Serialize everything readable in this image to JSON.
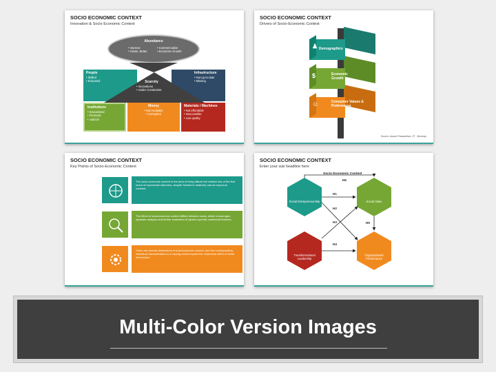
{
  "slides": [
    {
      "title": "SOCIO ECONOMIC CONTEXT",
      "subtitle": "Innovation & Socio Economic Context",
      "abundance": {
        "title": "Abundance",
        "left": [
          "• Improve",
          "• Faster, Better"
        ],
        "right": [
          "• Commercialize",
          "• Economic Growth"
        ]
      },
      "people": {
        "title": "People",
        "items": [
          "• Skilled",
          "• Educated"
        ]
      },
      "infrastructure": {
        "title": "Infrastructure",
        "items": [
          "• Not up-to-date",
          "• Missing"
        ]
      },
      "scarcity": {
        "title": "Scarcity",
        "items": [
          "• Innovations",
          "• Under Constraints"
        ]
      },
      "institutions": {
        "title": "Institutions",
        "items": [
          "• Educational",
          "• Financial",
          "• Judicial"
        ]
      },
      "money": {
        "title": "Money",
        "items": [
          "• Not Available",
          "• Corruption"
        ]
      },
      "materials": {
        "title": "Materials / Machines",
        "items": [
          "• Not affordable",
          "• Inaccessible",
          "• Low quality"
        ]
      }
    },
    {
      "title": "SOCIO ECONOMIC CONTEXT",
      "subtitle": "Drivers of Socio-Economic Context",
      "signs": [
        "Demographics",
        "Economic Growth",
        "Consumer Values & Preferences"
      ],
      "source": "Source: Anand Patwardhan, IIT - Bombay"
    },
    {
      "title": "SOCIO ECONOMIC CONTEXT",
      "subtitle": "Key Points of Socio-Economic Context",
      "points": [
        "The socio-economic context in the area of living affects the relative risk of the first event of myocardial infarction, despite Sweden's relatively narrow exposure contrast.",
        "The effect of socioeconomic context differs between races, which encourages separate analysis and further evaluation of gender-specific contextual features.",
        "There are several dimensions of socioeconomic context, and the corresponding individual characteristics to a varying extent explain the contextual effect of these dimensions."
      ]
    },
    {
      "title": "SOCIO ECONOMIC CONTEXT",
      "subtitle": "Enter your sub headline here",
      "diagram_title": "Socio Economic Context",
      "nodes": [
        "Social Entrepreneurship",
        "Social Value",
        "Transformational Leadership",
        "Organizational Performance"
      ],
      "hypotheses": [
        "H1",
        "H2",
        "H3",
        "H4",
        "H5",
        "H6"
      ]
    }
  ],
  "banner": {
    "title": "Multi-Color Version Images"
  },
  "colors": {
    "teal": "#1d9a8a",
    "green": "#76a734",
    "orange": "#f18a1e",
    "dark_red": "#b5281f",
    "navy": "#2e4a66",
    "gray": "#6b6b6b",
    "banner_bg": "#3f3f3f"
  }
}
